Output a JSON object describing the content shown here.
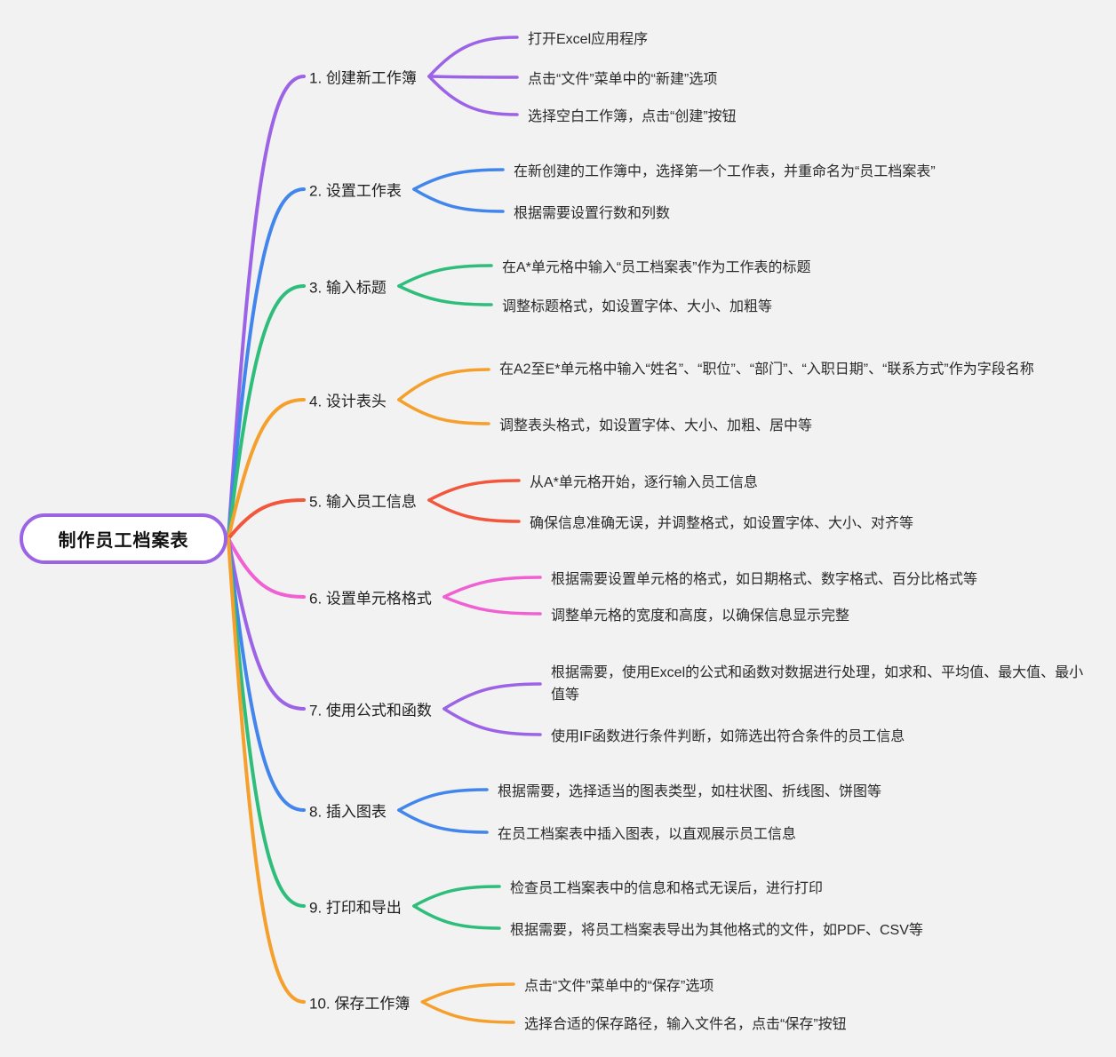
{
  "canvas": {
    "background": "#f2f2f2",
    "text_color": "#222222"
  },
  "root": {
    "label": "制作员工档案表",
    "border_color": "#9b64e4",
    "fill": "#ffffff"
  },
  "branches": [
    {
      "label": "1. 创建新工作簿",
      "color": "#9d63e6",
      "children": [
        "打开Excel应用程序",
        "点击“文件”菜单中的“新建”选项",
        "选择空白工作簿，点击“创建”按钮"
      ]
    },
    {
      "label": "2. 设置工作表",
      "color": "#4285ec",
      "children": [
        "在新创建的工作簿中，选择第一个工作表，并重命名为“员工档案表”",
        "根据需要设置行数和列数"
      ]
    },
    {
      "label": "3. 输入标题",
      "color": "#2ebd7b",
      "children": [
        "在A*单元格中输入“员工档案表”作为工作表的标题",
        "调整标题格式，如设置字体、大小、加粗等"
      ]
    },
    {
      "label": "4. 设计表头",
      "color": "#f5a02c",
      "children": [
        "在A2至E*单元格中输入“姓名”、“职位”、“部门”、“入职日期”、“联系方式”作为字段名称",
        "调整表头格式，如设置字体、大小、加粗、居中等"
      ]
    },
    {
      "label": "5. 输入员工信息",
      "color": "#f2573d",
      "children": [
        "从A*单元格开始，逐行输入员工信息",
        "确保信息准确无误，并调整格式，如设置字体、大小、对齐等"
      ]
    },
    {
      "label": "6. 设置单元格格式",
      "color": "#f060d2",
      "children": [
        "根据需要设置单元格的格式，如日期格式、数字格式、百分比格式等",
        "调整单元格的宽度和高度，以确保信息显示完整"
      ]
    },
    {
      "label": "7. 使用公式和函数",
      "color": "#9d63e6",
      "children": [
        "根据需要，使用Excel的公式和函数对数据进行处理，如求和、平均值、最大值、最小值等",
        "使用IF函数进行条件判断，如筛选出符合条件的员工信息"
      ]
    },
    {
      "label": "8. 插入图表",
      "color": "#4285ec",
      "children": [
        "根据需要，选择适当的图表类型，如柱状图、折线图、饼图等",
        "在员工档案表中插入图表，以直观展示员工信息"
      ]
    },
    {
      "label": "9. 打印和导出",
      "color": "#2ebd7b",
      "children": [
        "检查员工档案表中的信息和格式无误后，进行打印",
        "根据需要，将员工档案表导出为其他格式的文件，如PDF、CSV等"
      ]
    },
    {
      "label": "10. 保存工作簿",
      "color": "#f5a02c",
      "children": [
        "点击“文件”菜单中的“保存”选项",
        "选择合适的保存路径，输入文件名，点击“保存”按钮"
      ]
    }
  ]
}
